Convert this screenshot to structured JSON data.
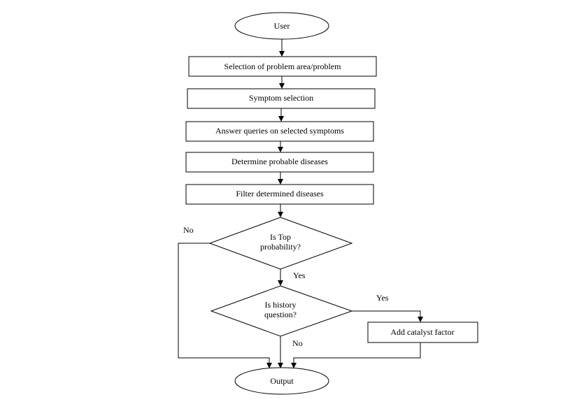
{
  "nodes": {
    "user": "User",
    "selection": "Selection of problem area/problem",
    "symptom": "Symptom selection",
    "answer": "Answer queries on selected symptoms",
    "determine": "Determine probable diseases",
    "filter": "Filter determined diseases",
    "top_prob_line1": "Is Top",
    "top_prob_line2": "probability?",
    "history_line1": "Is history",
    "history_line2": "question?",
    "catalyst": "Add catalyst factor",
    "output": "Output"
  },
  "edge_labels": {
    "top_no": "No",
    "top_yes": "Yes",
    "history_yes": "Yes",
    "history_no": "No"
  }
}
